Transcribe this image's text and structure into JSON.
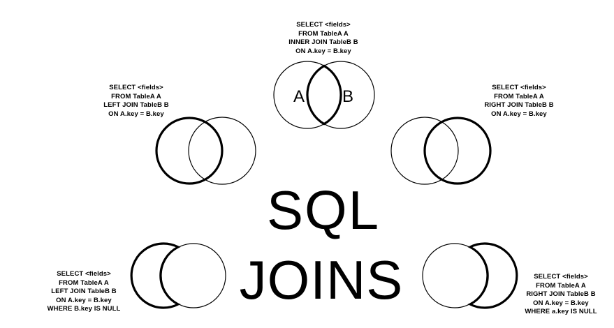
{
  "inner_join": {
    "lines": [
      "SELECT <fields>",
      "FROM TableA A",
      "INNER JOIN TableB B",
      "ON A.key = B.key"
    ],
    "label_a": "A",
    "label_b": "B"
  },
  "left_join": {
    "lines": [
      "SELECT <fields>",
      "FROM TableA A",
      "LEFT JOIN TableB B",
      "ON A.key = B.key"
    ]
  },
  "right_join": {
    "lines": [
      "SELECT <fields>",
      "FROM TableA A",
      "RIGHT JOIN TableB B",
      "ON A.key = B.key"
    ]
  },
  "left_join_excluding": {
    "lines": [
      "SELECT <fields>",
      "FROM TableA A",
      "LEFT JOIN TableB B",
      "ON A.key = B.key",
      "WHERE B.key IS NULL"
    ]
  },
  "right_join_excluding": {
    "lines": [
      "SELECT <fields>",
      "FROM TableA A",
      "RIGHT JOIN TableB B",
      "ON A.key = B.key",
      "WHERE a.key IS NULL"
    ]
  },
  "title": {
    "line1": "SQL",
    "line2": "JOINS"
  },
  "colors": {
    "stroke": "#000000",
    "background": "#ffffff"
  }
}
